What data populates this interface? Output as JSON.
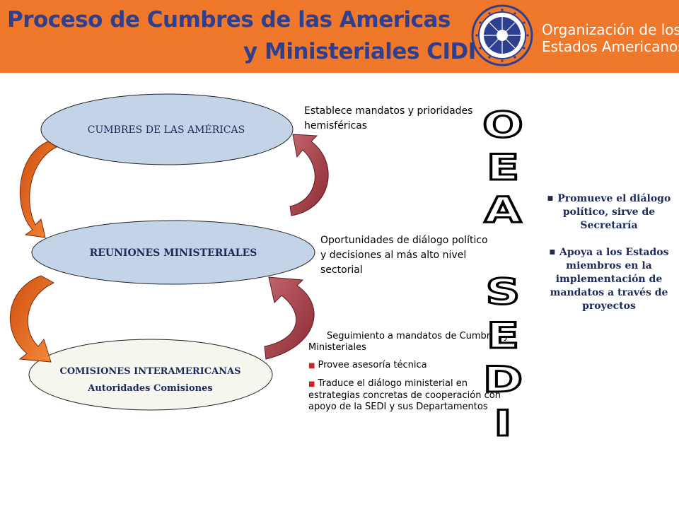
{
  "header": {
    "title_line1": "Proceso de Cumbres de las Americas",
    "title_line2": "y Ministeriales CIDI",
    "org_name_line1": "Organización de los",
    "org_name_line2": "Estados Americanos",
    "seal_icon": "oas-seal-icon",
    "background_color": "#f0782a",
    "title_color": "#2f3f8f"
  },
  "diagram": {
    "cumbres": "CUMBRES DE LAS AMÉRICAS",
    "reuniones": "REUNIONES MINISTERIALES",
    "comisiones": "COMISIONES INTERAMERICANAS",
    "autoridades": "Autoridades Comisiones",
    "ellipse_color": "#c3d3e8",
    "ellipse_bottom_color": "#f5f7ef",
    "left_arrow_color": "#f26a1b",
    "right_arrow_color": "#9a3440"
  },
  "notes": {
    "establece": "Establece mandatos y prioridades hemisféricas",
    "oportunidades": "Oportunidades de diálogo político y decisiones al más alto nivel sectorial",
    "seguimiento": "Seguimiento a mandatos de Cumbres y Ministeriales",
    "provee": "Provee asesoría técnica",
    "traduce": "Traduce el diálogo ministerial en estrategias concretas de cooperación con apoyo de la SEDI y sus Departamentos"
  },
  "oea_sedi_letters": [
    "O",
    "E",
    "A",
    "S",
    "E",
    "D",
    "I"
  ],
  "right_panel": {
    "item1": "Promueve el diálogo político, sirve de Secretaría",
    "item2": "Apoya a los Estados miembros en la implementación de mandatos a través de proyectos"
  }
}
